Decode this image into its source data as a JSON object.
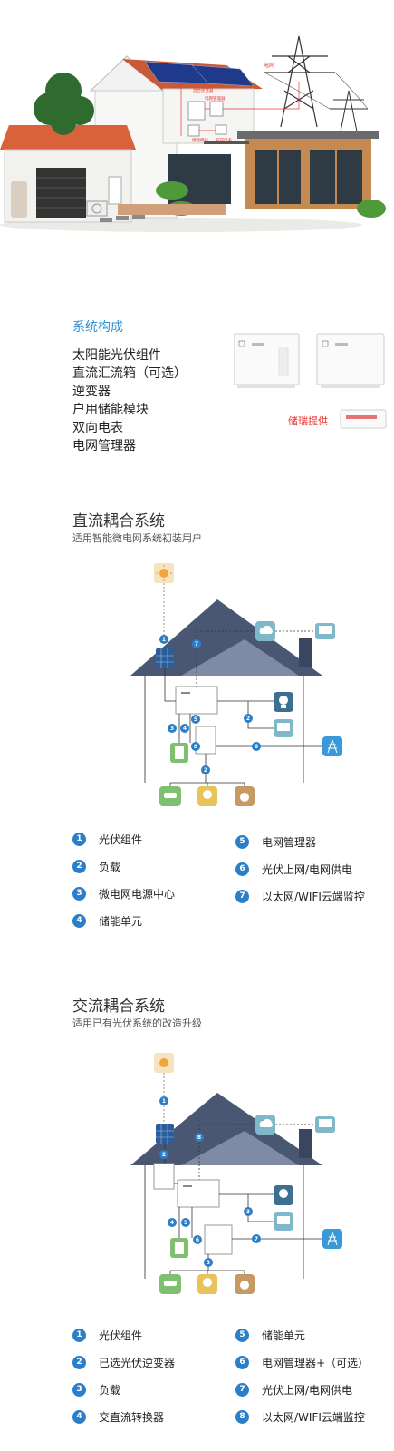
{
  "hero": {
    "grid_tag": "电网",
    "panel_tags": [
      "混合逆变器",
      "电网管理器",
      "储能模块",
      "双向电表"
    ]
  },
  "composition": {
    "title": "系统构成",
    "items": [
      "太阳能光伏组件",
      "直流汇流箱（可选）",
      "逆变器",
      "户用储能模块",
      "双向电表",
      "电网管理器"
    ],
    "storage_note": "储瑞提供"
  },
  "dc_system": {
    "title": "直流耦合系统",
    "subtitle": "适用智能微电网系统初装用户",
    "diagram_badges": [
      "1",
      "7",
      "5",
      "4",
      "3",
      "8",
      "2",
      "6",
      "2"
    ],
    "legend": [
      {
        "num": "1",
        "label": "光伏组件"
      },
      {
        "num": "2",
        "label": "负载"
      },
      {
        "num": "3",
        "label": "微电网电源中心"
      },
      {
        "num": "4",
        "label": "储能单元"
      },
      {
        "num": "5",
        "label": "电网管理器"
      },
      {
        "num": "6",
        "label": "光伏上网/电网供电"
      },
      {
        "num": "7",
        "label": "以太网/WIFI云端监控"
      }
    ]
  },
  "ac_system": {
    "title": "交流耦合系统",
    "subtitle": "适用已有光伏系统的改造升级",
    "diagram_badges": [
      "1",
      "2",
      "8",
      "3",
      "4",
      "5",
      "6",
      "7",
      "3"
    ],
    "legend": [
      {
        "num": "1",
        "label": "光伏组件"
      },
      {
        "num": "2",
        "label": "已选光伏逆变器"
      },
      {
        "num": "3",
        "label": "负载"
      },
      {
        "num": "4",
        "label": "交直流转换器"
      },
      {
        "num": "5",
        "label": "储能单元"
      },
      {
        "num": "6",
        "label": "电网管理器+（可选）"
      },
      {
        "num": "7",
        "label": "光伏上网/电网供电"
      },
      {
        "num": "8",
        "label": "以太网/WIFI云端监控"
      }
    ]
  },
  "colors": {
    "accent_blue": "#2b7fc9",
    "roof": "#4a5773",
    "note_red": "#e53935"
  }
}
